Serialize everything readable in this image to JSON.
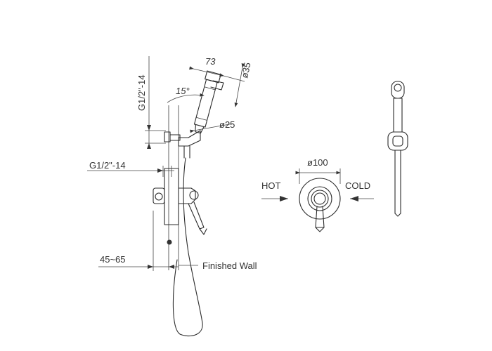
{
  "labels": {
    "dim_73": "73",
    "dim_d35": "ø35",
    "dim_thread_top": "G1/2\"-14",
    "dim_angle": "15°",
    "dim_d25": "ø25",
    "dim_thread_left": "G1/2\"-14",
    "dim_d100": "ø100",
    "hot": "HOT",
    "cold": "COLD",
    "dim_45_65": "45~65",
    "finished_wall": "Finished Wall"
  }
}
